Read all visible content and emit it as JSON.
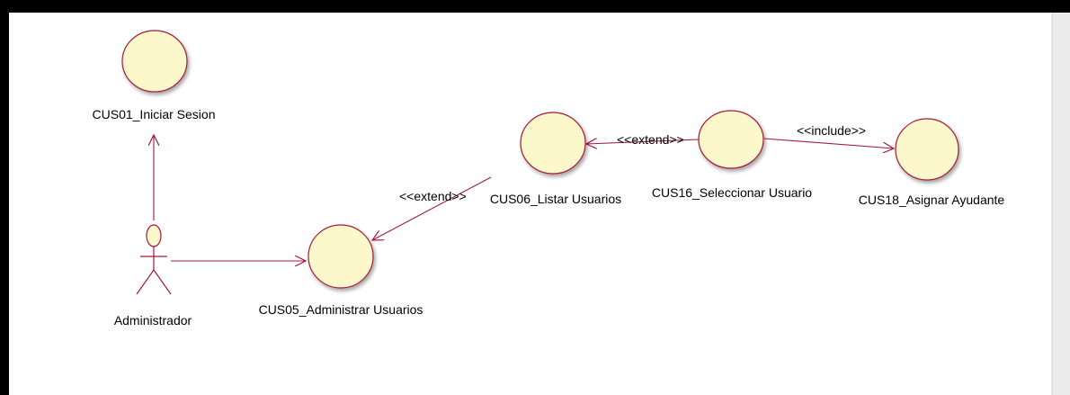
{
  "diagram": {
    "use_cases": [
      {
        "id": "cus01",
        "label": "CUS01_Iniciar Sesion"
      },
      {
        "id": "cus05",
        "label": "CUS05_Administrar Usuarios"
      },
      {
        "id": "cus06",
        "label": "CUS06_Listar Usuarios"
      },
      {
        "id": "cus16",
        "label": "CUS16_Seleccionar Usuario"
      },
      {
        "id": "cus18",
        "label": "CUS18_Asignar Ayudante"
      }
    ],
    "actor": {
      "label": "Administrador"
    },
    "relations": [
      {
        "type": "extend",
        "label": "<<extend>>"
      },
      {
        "type": "extend",
        "label": "<<extend>>"
      },
      {
        "type": "include",
        "label": "<<include>>"
      }
    ],
    "colors": {
      "use_case_fill": "#fdf7cc",
      "line": "#a51a3a",
      "frame": "#000000"
    }
  }
}
